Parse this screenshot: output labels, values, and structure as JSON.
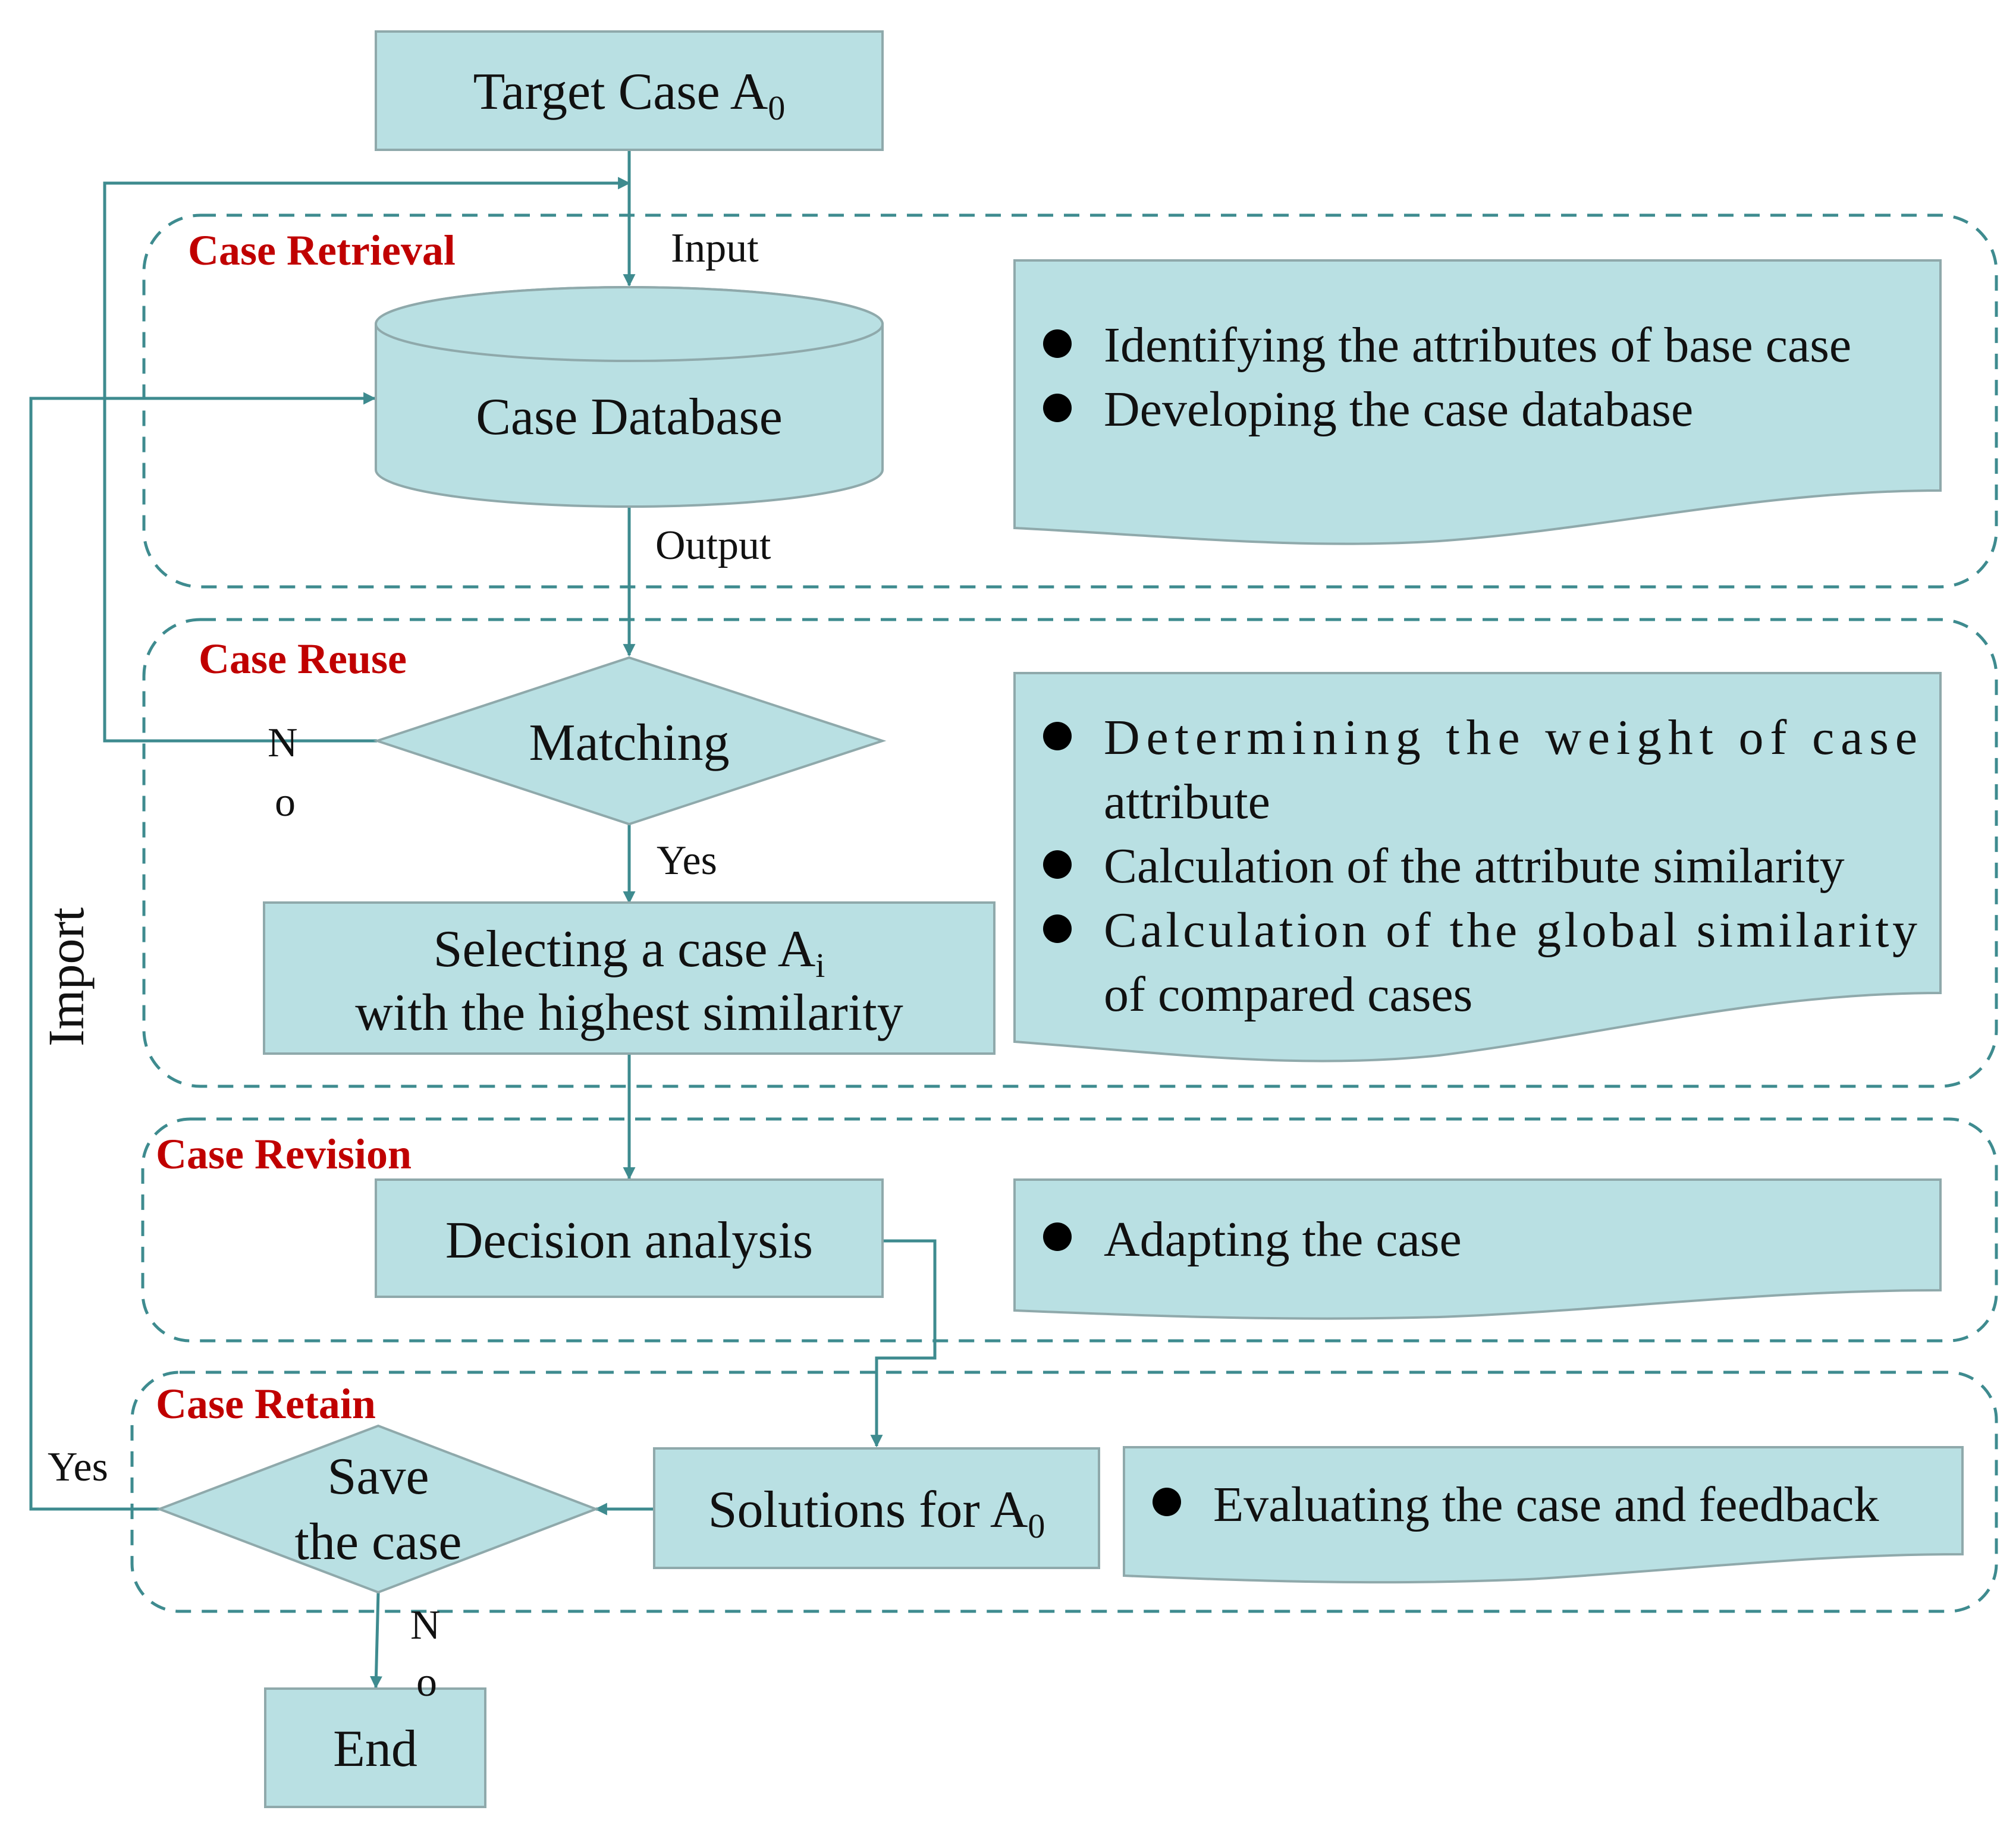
{
  "colors": {
    "box_fill": "#b9e0e3",
    "box_stroke": "#8fa9ab",
    "line": "#3e8b8f",
    "section_title": "#c00000"
  },
  "sections": {
    "retrieval": "Case Retrieval",
    "reuse": "Case Reuse",
    "revision": "Case Revision",
    "retain": "Case Retain"
  },
  "nodes": {
    "target_case_prefix": "Target Case A",
    "target_case_sub": "0",
    "case_database": "Case Database",
    "matching": "Matching",
    "selecting_line1_prefix": "Selecting a case A",
    "selecting_line1_sub": "i",
    "selecting_line2": "with the highest similarity",
    "decision_analysis": "Decision analysis",
    "solutions_prefix": "Solutions for A",
    "solutions_sub": "0",
    "save_line1": "Save",
    "save_line2": "the case",
    "end": "End"
  },
  "edge_labels": {
    "input": "Input",
    "output": "Output",
    "yes_matching": "Yes",
    "no_matching_1": "N",
    "no_matching_2": "o",
    "import": "Import",
    "yes_save": "Yes",
    "no_save_1": "N",
    "no_save_2": "o"
  },
  "notes": {
    "retrieval": [
      "Identifying the attributes of base case",
      "Developing the case database"
    ],
    "reuse": [
      "Determining the weight of case",
      "attribute",
      "Calculation of the attribute similarity",
      " Calculation of the global similarity",
      "of compared cases"
    ],
    "revision": [
      "Adapting the case"
    ],
    "retain": [
      "Evaluating the case and feedback"
    ]
  }
}
